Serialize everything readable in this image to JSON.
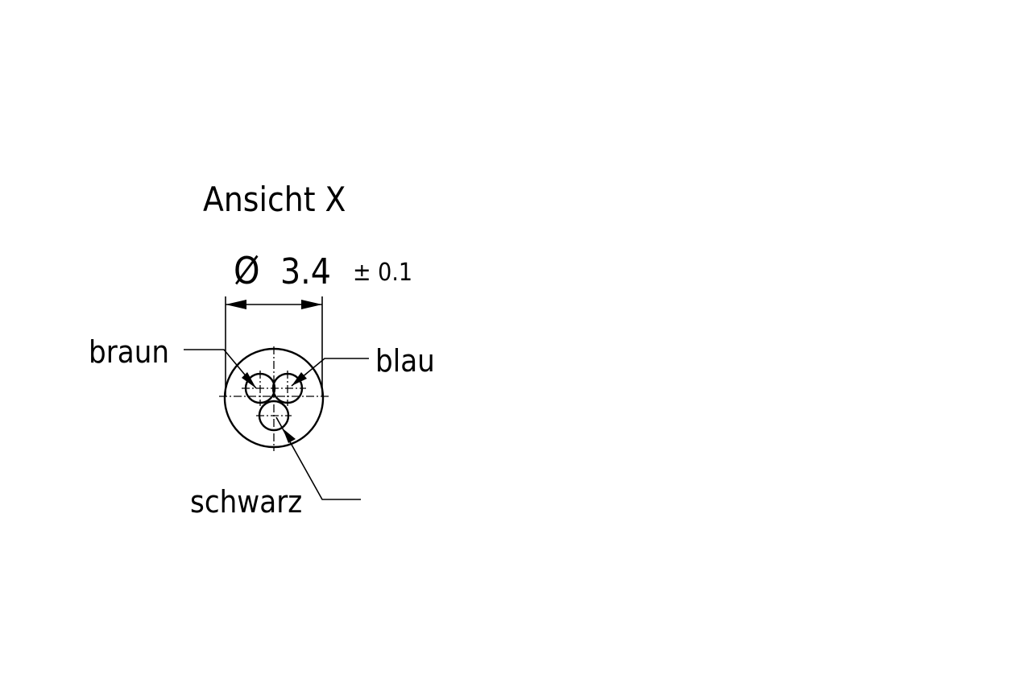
{
  "view": {
    "title": "Ansicht  X"
  },
  "dimension": {
    "symbol": "Ø",
    "value": "3.4",
    "tolerance": "± 0.1"
  },
  "wires": {
    "brown": "braun",
    "blue": "blau",
    "black": "schwarz"
  }
}
